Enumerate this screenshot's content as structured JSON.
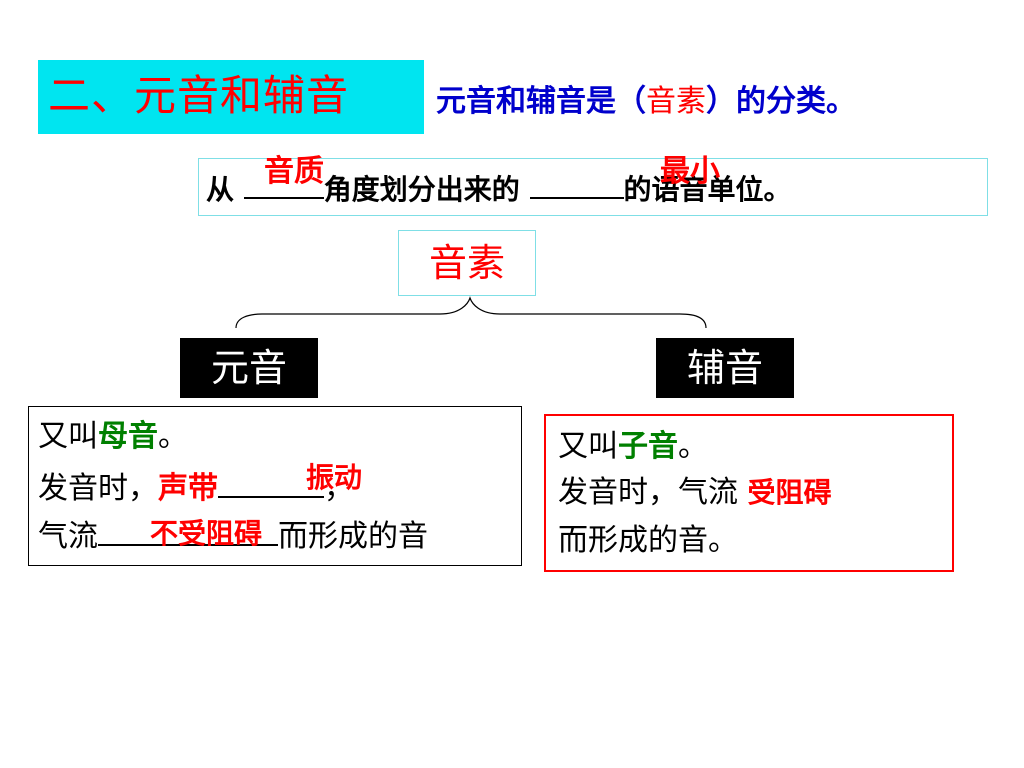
{
  "title": "二、元音和辅音",
  "intro": {
    "pre": "元音和辅音是（",
    "highlight": "音素",
    "post": "）的分类。"
  },
  "definition": {
    "p1": "从 ",
    "p2": "角度划分出来的 ",
    "p3": "的语音单位。",
    "answer1": "音质",
    "answer2": "最小"
  },
  "root": "音素",
  "vowel": {
    "label": "元音",
    "aka_prefix": "又叫",
    "aka": "母音",
    "aka_suffix": "。",
    "line2_prefix": "发音时，",
    "line2_answer": "声带",
    "line2_answer2": "振动",
    "line2_suffix": "，",
    "line3_prefix": "气流",
    "line3_answer": "不受阻碍",
    "line3_suffix": "而形成的音"
  },
  "consonant": {
    "label": "辅音",
    "aka_prefix": "又叫",
    "aka": "子音",
    "aka_suffix": "。",
    "line2_prefix": "发音时，气流 ",
    "line2_answer": "受阻碍",
    "line3": "而形成的音。"
  },
  "colors": {
    "title_bg": "#00e5f0",
    "answer": "#ff0000",
    "intro": "#0000cc",
    "green": "#008000"
  }
}
